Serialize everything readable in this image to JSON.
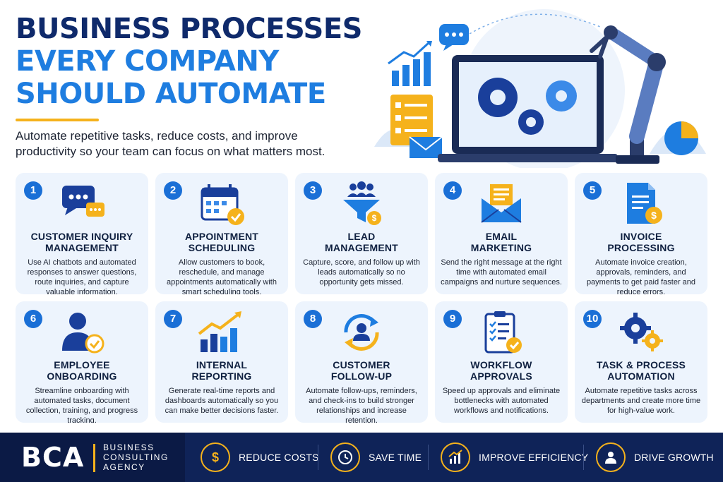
{
  "header": {
    "title_line1": "BUSINESS PROCESSES",
    "title_line2": "EVERY COMPANY",
    "title_line3": "SHOULD AUTOMATE",
    "subtitle": "Automate repetitive tasks, reduce costs, and improve productivity so your team can focus on what matters most."
  },
  "cards": [
    {
      "number": "1",
      "title_line1": "CUSTOMER INQUIRY",
      "title_line2": "MANAGEMENT",
      "description": "Use AI chatbots and automated responses to answer questions, route inquiries, and capture valuable information.",
      "icon": "chat-bubbles-icon"
    },
    {
      "number": "2",
      "title_line1": "APPOINTMENT",
      "title_line2": "SCHEDULING",
      "description": "Allow customers to book, reschedule, and manage appointments automatically with smart scheduling tools.",
      "icon": "calendar-check-icon"
    },
    {
      "number": "3",
      "title_line1": "LEAD",
      "title_line2": "MANAGEMENT",
      "description": "Capture, score, and follow up with leads automatically so no opportunity gets missed.",
      "icon": "funnel-icon"
    },
    {
      "number": "4",
      "title_line1": "EMAIL",
      "title_line2": "MARKETING",
      "description": "Send the right message at the right time with automated email campaigns and nurture sequences.",
      "icon": "envelope-icon"
    },
    {
      "number": "5",
      "title_line1": "INVOICE",
      "title_line2": "PROCESSING",
      "description": "Automate invoice creation, approvals, reminders, and payments to get paid faster and reduce errors.",
      "icon": "invoice-icon"
    },
    {
      "number": "6",
      "title_line1": "EMPLOYEE",
      "title_line2": "ONBOARDING",
      "description": "Streamline onboarding with automated tasks, document collection, training, and progress tracking.",
      "icon": "user-check-icon"
    },
    {
      "number": "7",
      "title_line1": "INTERNAL",
      "title_line2": "REPORTING",
      "description": "Generate real-time reports and dashboards automatically so you can make better decisions faster.",
      "icon": "growth-chart-icon"
    },
    {
      "number": "8",
      "title_line1": "CUSTOMER",
      "title_line2": "FOLLOW-UP",
      "description": "Automate follow-ups, reminders, and check-ins to build stronger relationships and increase retention.",
      "icon": "refresh-user-icon"
    },
    {
      "number": "9",
      "title_line1": "WORKFLOW",
      "title_line2": "APPROVALS",
      "description": "Speed up approvals and eliminate bottlenecks with automated workflows and notifications.",
      "icon": "clipboard-check-icon"
    },
    {
      "number": "10",
      "title_line1": "TASK & PROCESS",
      "title_line2": "AUTOMATION",
      "description": "Automate repetitive tasks across departments and create more time for high-value work.",
      "icon": "gears-icon"
    }
  ],
  "footer": {
    "logo": "BCA",
    "name_line1": "BUSINESS",
    "name_line2": "CONSULTING",
    "name_line3": "AGENCY",
    "benefits": [
      {
        "label": "REDUCE COSTS",
        "icon": "dollar-icon"
      },
      {
        "label": "SAVE TIME",
        "icon": "clock-icon"
      },
      {
        "label": "IMPROVE EFFICIENCY",
        "icon": "bar-growth-icon"
      },
      {
        "label": "DRIVE GROWTH",
        "icon": "person-icon"
      }
    ]
  },
  "colors": {
    "navy": "#0f2a6b",
    "blue": "#1e7de0",
    "accent_gold": "#f5b21c",
    "card_bg": "#edf4fd",
    "footer_bg": "#0f2358"
  }
}
